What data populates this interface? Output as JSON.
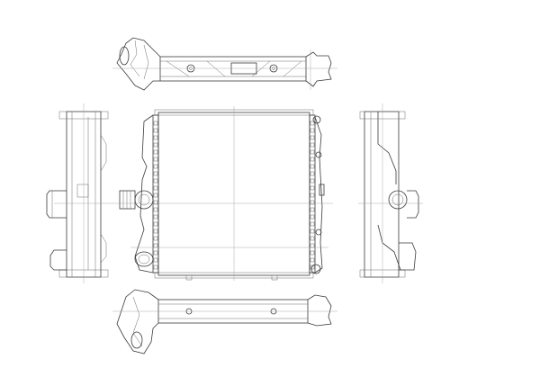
{
  "drawing": {
    "subject": "radiator",
    "views": [
      "top",
      "left-side",
      "front",
      "right-side",
      "bottom"
    ],
    "line_color": "#3a3a3a",
    "background": "#ffffff"
  }
}
